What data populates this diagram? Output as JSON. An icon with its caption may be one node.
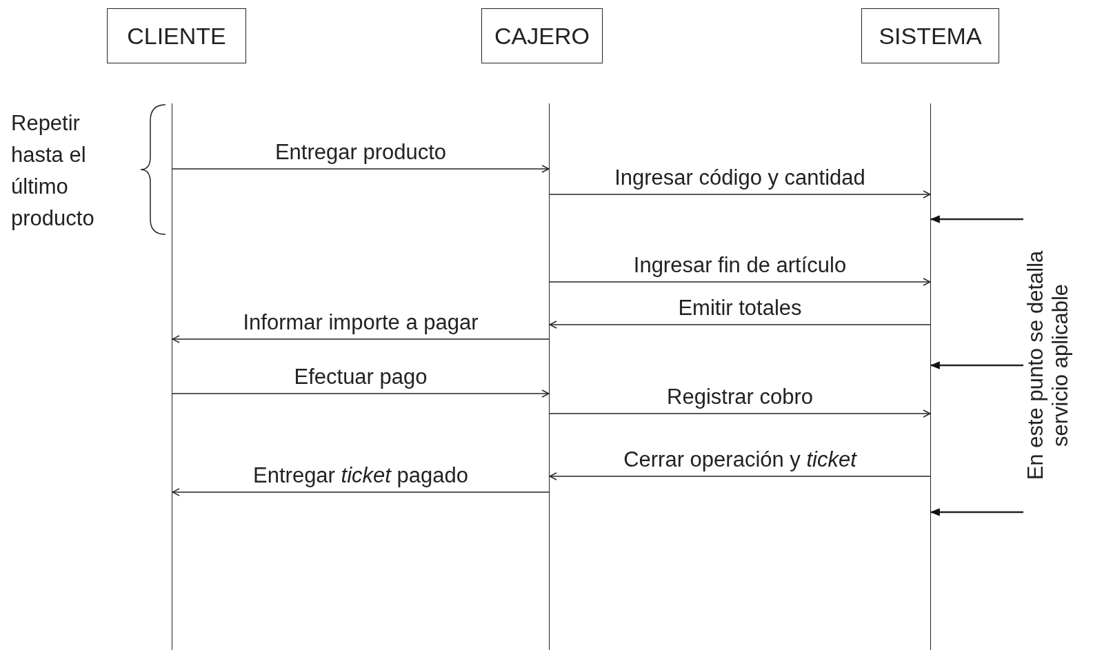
{
  "diagram": {
    "nodes": [
      {
        "text": [
          "CLIENTE"
        ]
      },
      {
        "text": [
          "CAJERO"
        ]
      },
      {
        "text": [
          "SISTEMA"
        ]
      },
      {
        "text": [],
        "shape": "line"
      },
      {
        "text": [],
        "shape": "line"
      },
      {
        "text": [],
        "shape": "line"
      },
      {
        "text": [
          "En este punto se detalla servicio aplicable"
        ]
      }
    ],
    "edges": [
      {
        "from": 3,
        "to": 4,
        "arrow": "to",
        "label": "Entregar producto"
      },
      {
        "from": 4,
        "to": 5,
        "arrow": "to",
        "label": "Ingresar código y cantidad"
      },
      {
        "from": 4,
        "to": 5,
        "arrow": "to",
        "label": "Ingresar fin de artículo"
      },
      {
        "from": 5,
        "to": 4,
        "arrow": "to",
        "label": "Emitir totales"
      },
      {
        "from": 4,
        "to": 3,
        "arrow": "to",
        "label": "Informar importe a pagar"
      },
      {
        "from": 3,
        "to": 4,
        "arrow": "to",
        "label": "Efectuar pago"
      },
      {
        "from": 4,
        "to": 5,
        "arrow": "to",
        "label": "Registrar cobro"
      },
      {
        "from": 5,
        "to": 4,
        "arrow": "to",
        "label": "Cerrar operación y *ticket*"
      },
      {
        "from": 4,
        "to": 3,
        "arrow": "to",
        "label": "Entregar *ticket* pagado"
      },
      {
        "from": 6,
        "to": 5,
        "arrow": "to"
      },
      {
        "from": 6,
        "to": 5,
        "arrow": "to"
      },
      {
        "from": 6,
        "to": 5,
        "arrow": "to"
      }
    ],
    "labels": [
      "Repetir hasta el último producto"
    ]
  }
}
